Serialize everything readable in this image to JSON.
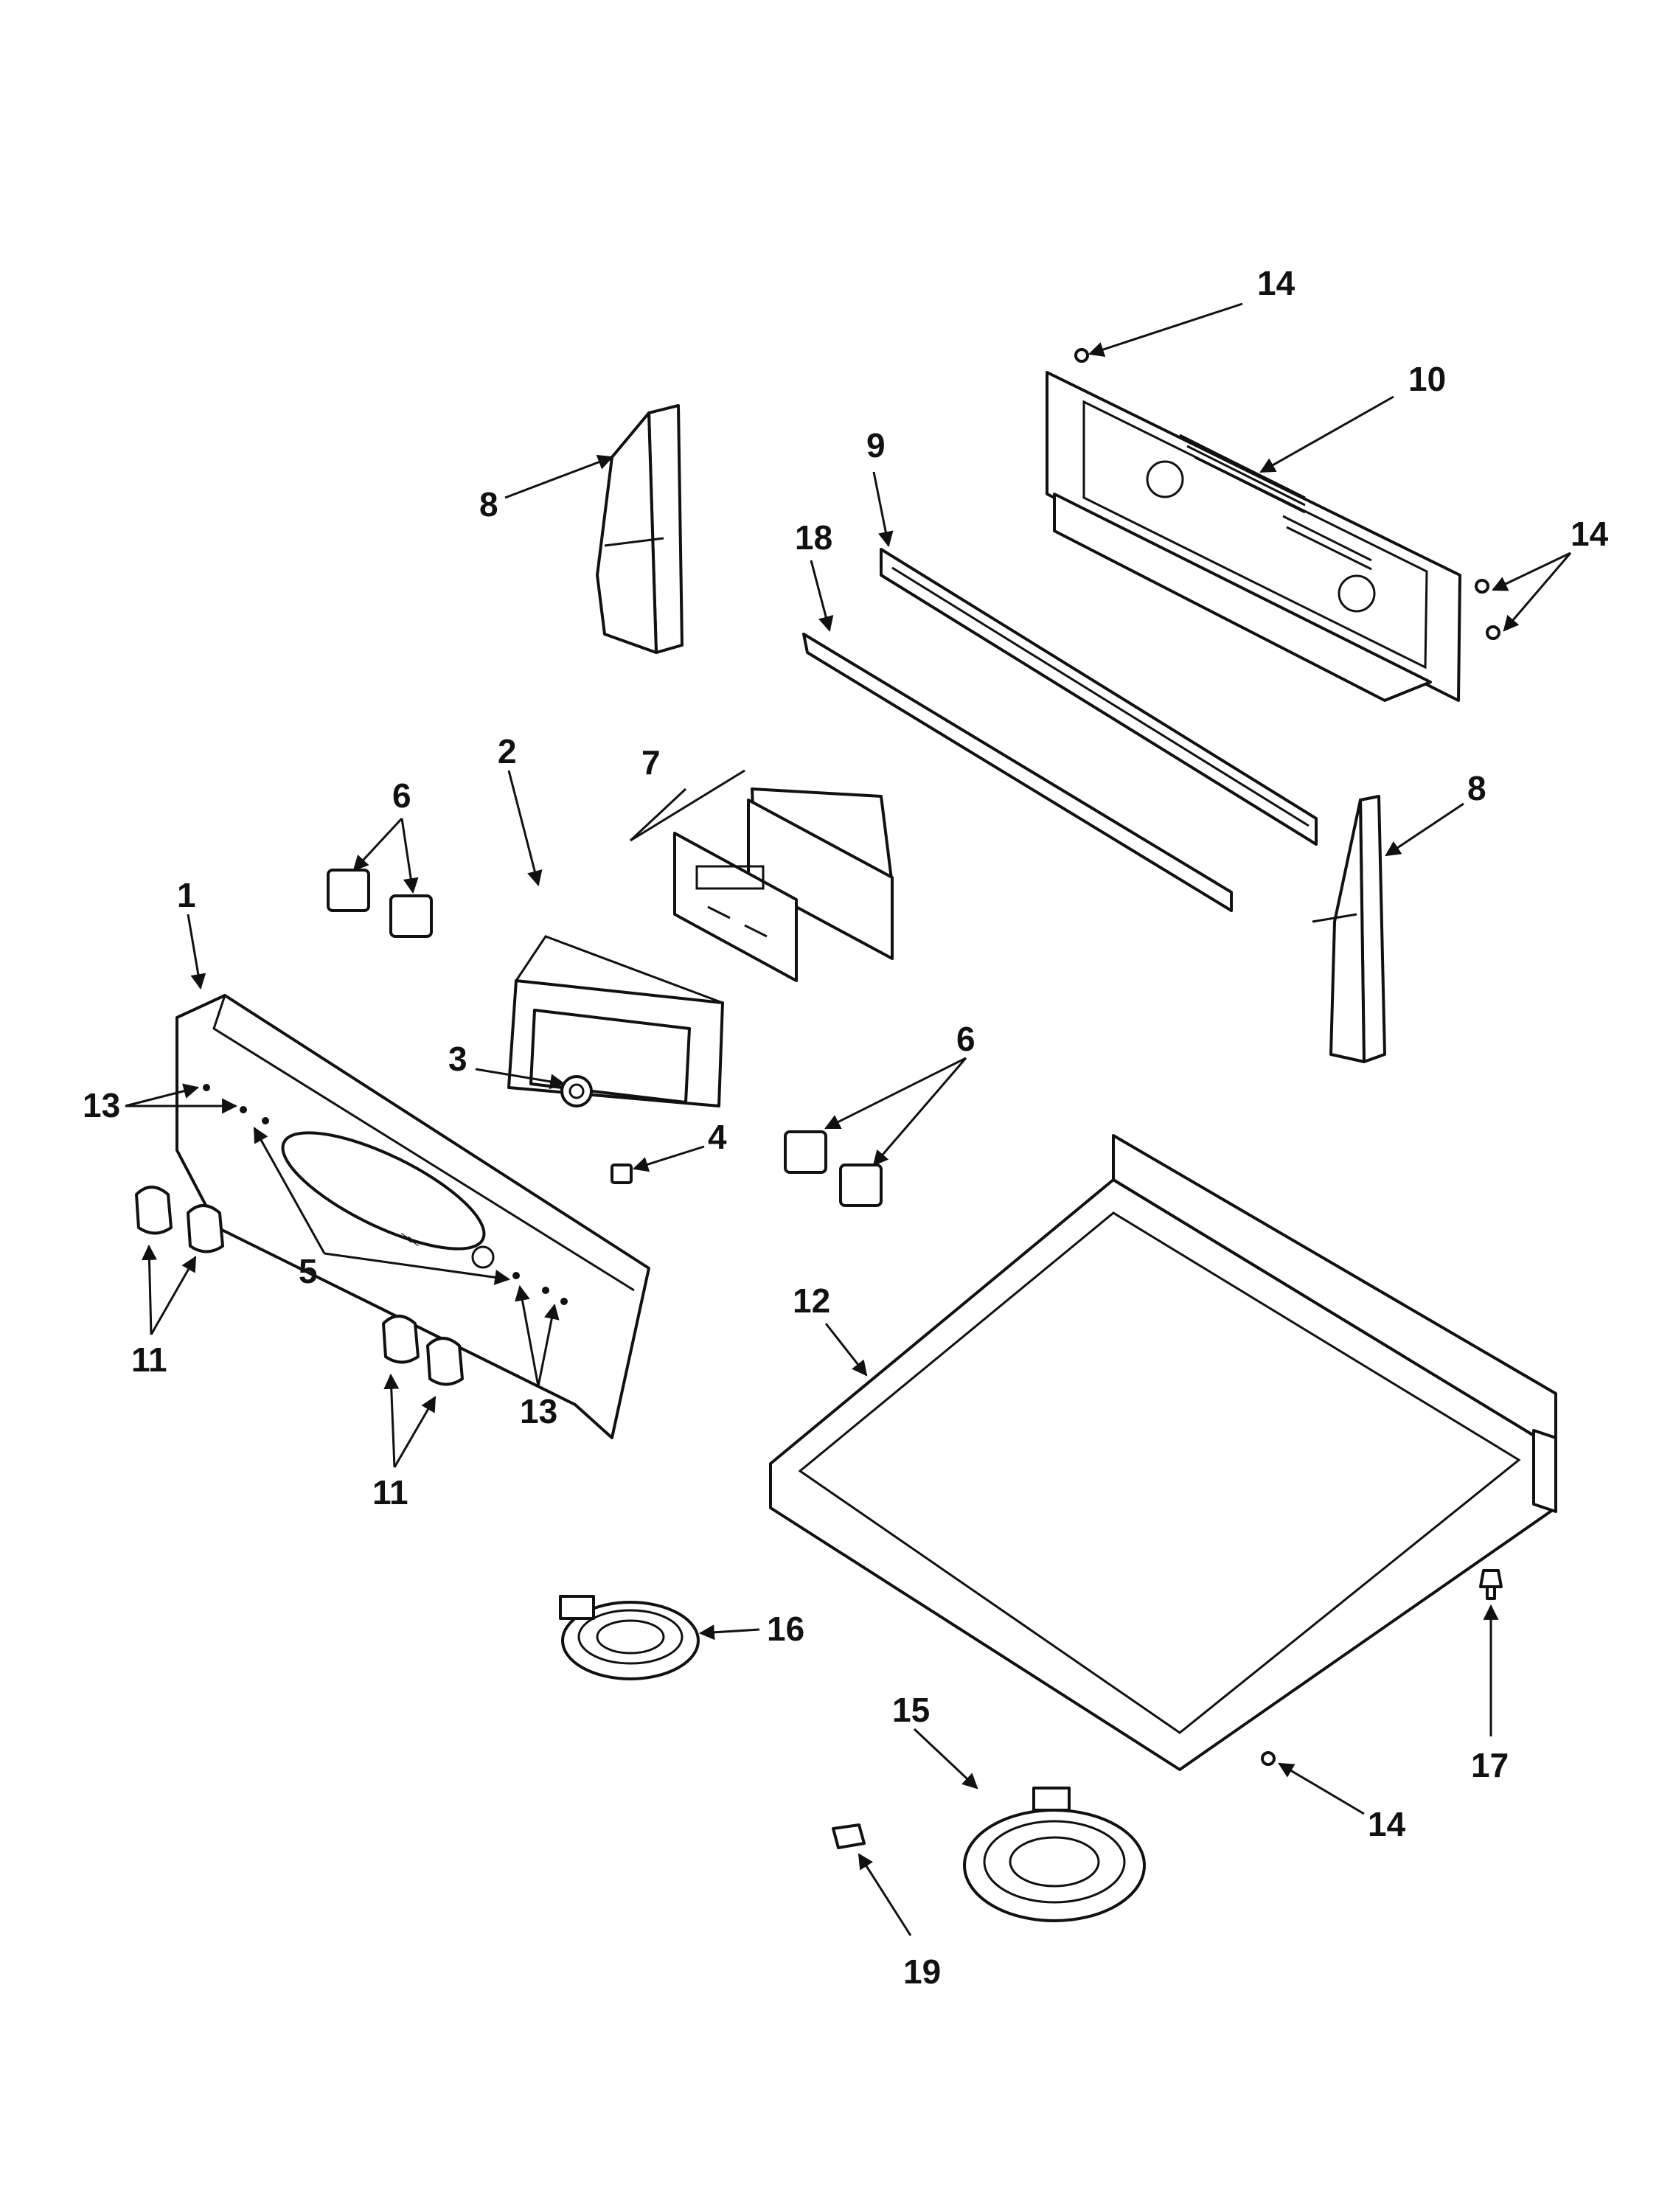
{
  "callouts": {
    "c1": "1",
    "c2": "2",
    "c3": "3",
    "c4": "4",
    "c5": "5",
    "c6a": "6",
    "c6b": "6",
    "c7": "7",
    "c8a": "8",
    "c8b": "8",
    "c9": "9",
    "c10": "10",
    "c11a": "11",
    "c11b": "11",
    "c12": "12",
    "c13a": "13",
    "c13b": "13",
    "c14a": "14",
    "c14b": "14",
    "c14c": "14",
    "c15": "15",
    "c16": "16",
    "c17": "17",
    "c18": "18",
    "c19": "19"
  },
  "colors": {
    "line": "#111111",
    "background": "#ffffff"
  }
}
